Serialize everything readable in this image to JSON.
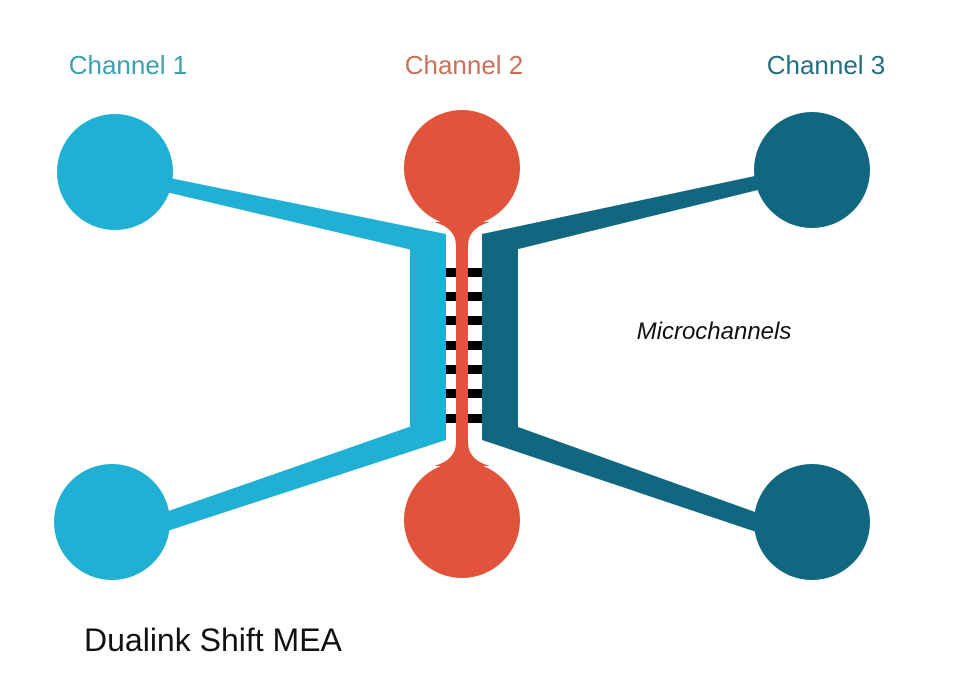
{
  "title": "Dualink Shift MEA",
  "channels": [
    {
      "label": "Channel 1",
      "color": "#1fb0d4",
      "label_color": "#3aa0b4"
    },
    {
      "label": "Channel 2",
      "color": "#e1533a",
      "label_color": "#c9715a"
    },
    {
      "label": "Channel 3",
      "color": "#11677f",
      "label_color": "#226f82"
    }
  ],
  "microchannels": {
    "label": "Microchannels",
    "count": 7,
    "color": "#000000"
  }
}
